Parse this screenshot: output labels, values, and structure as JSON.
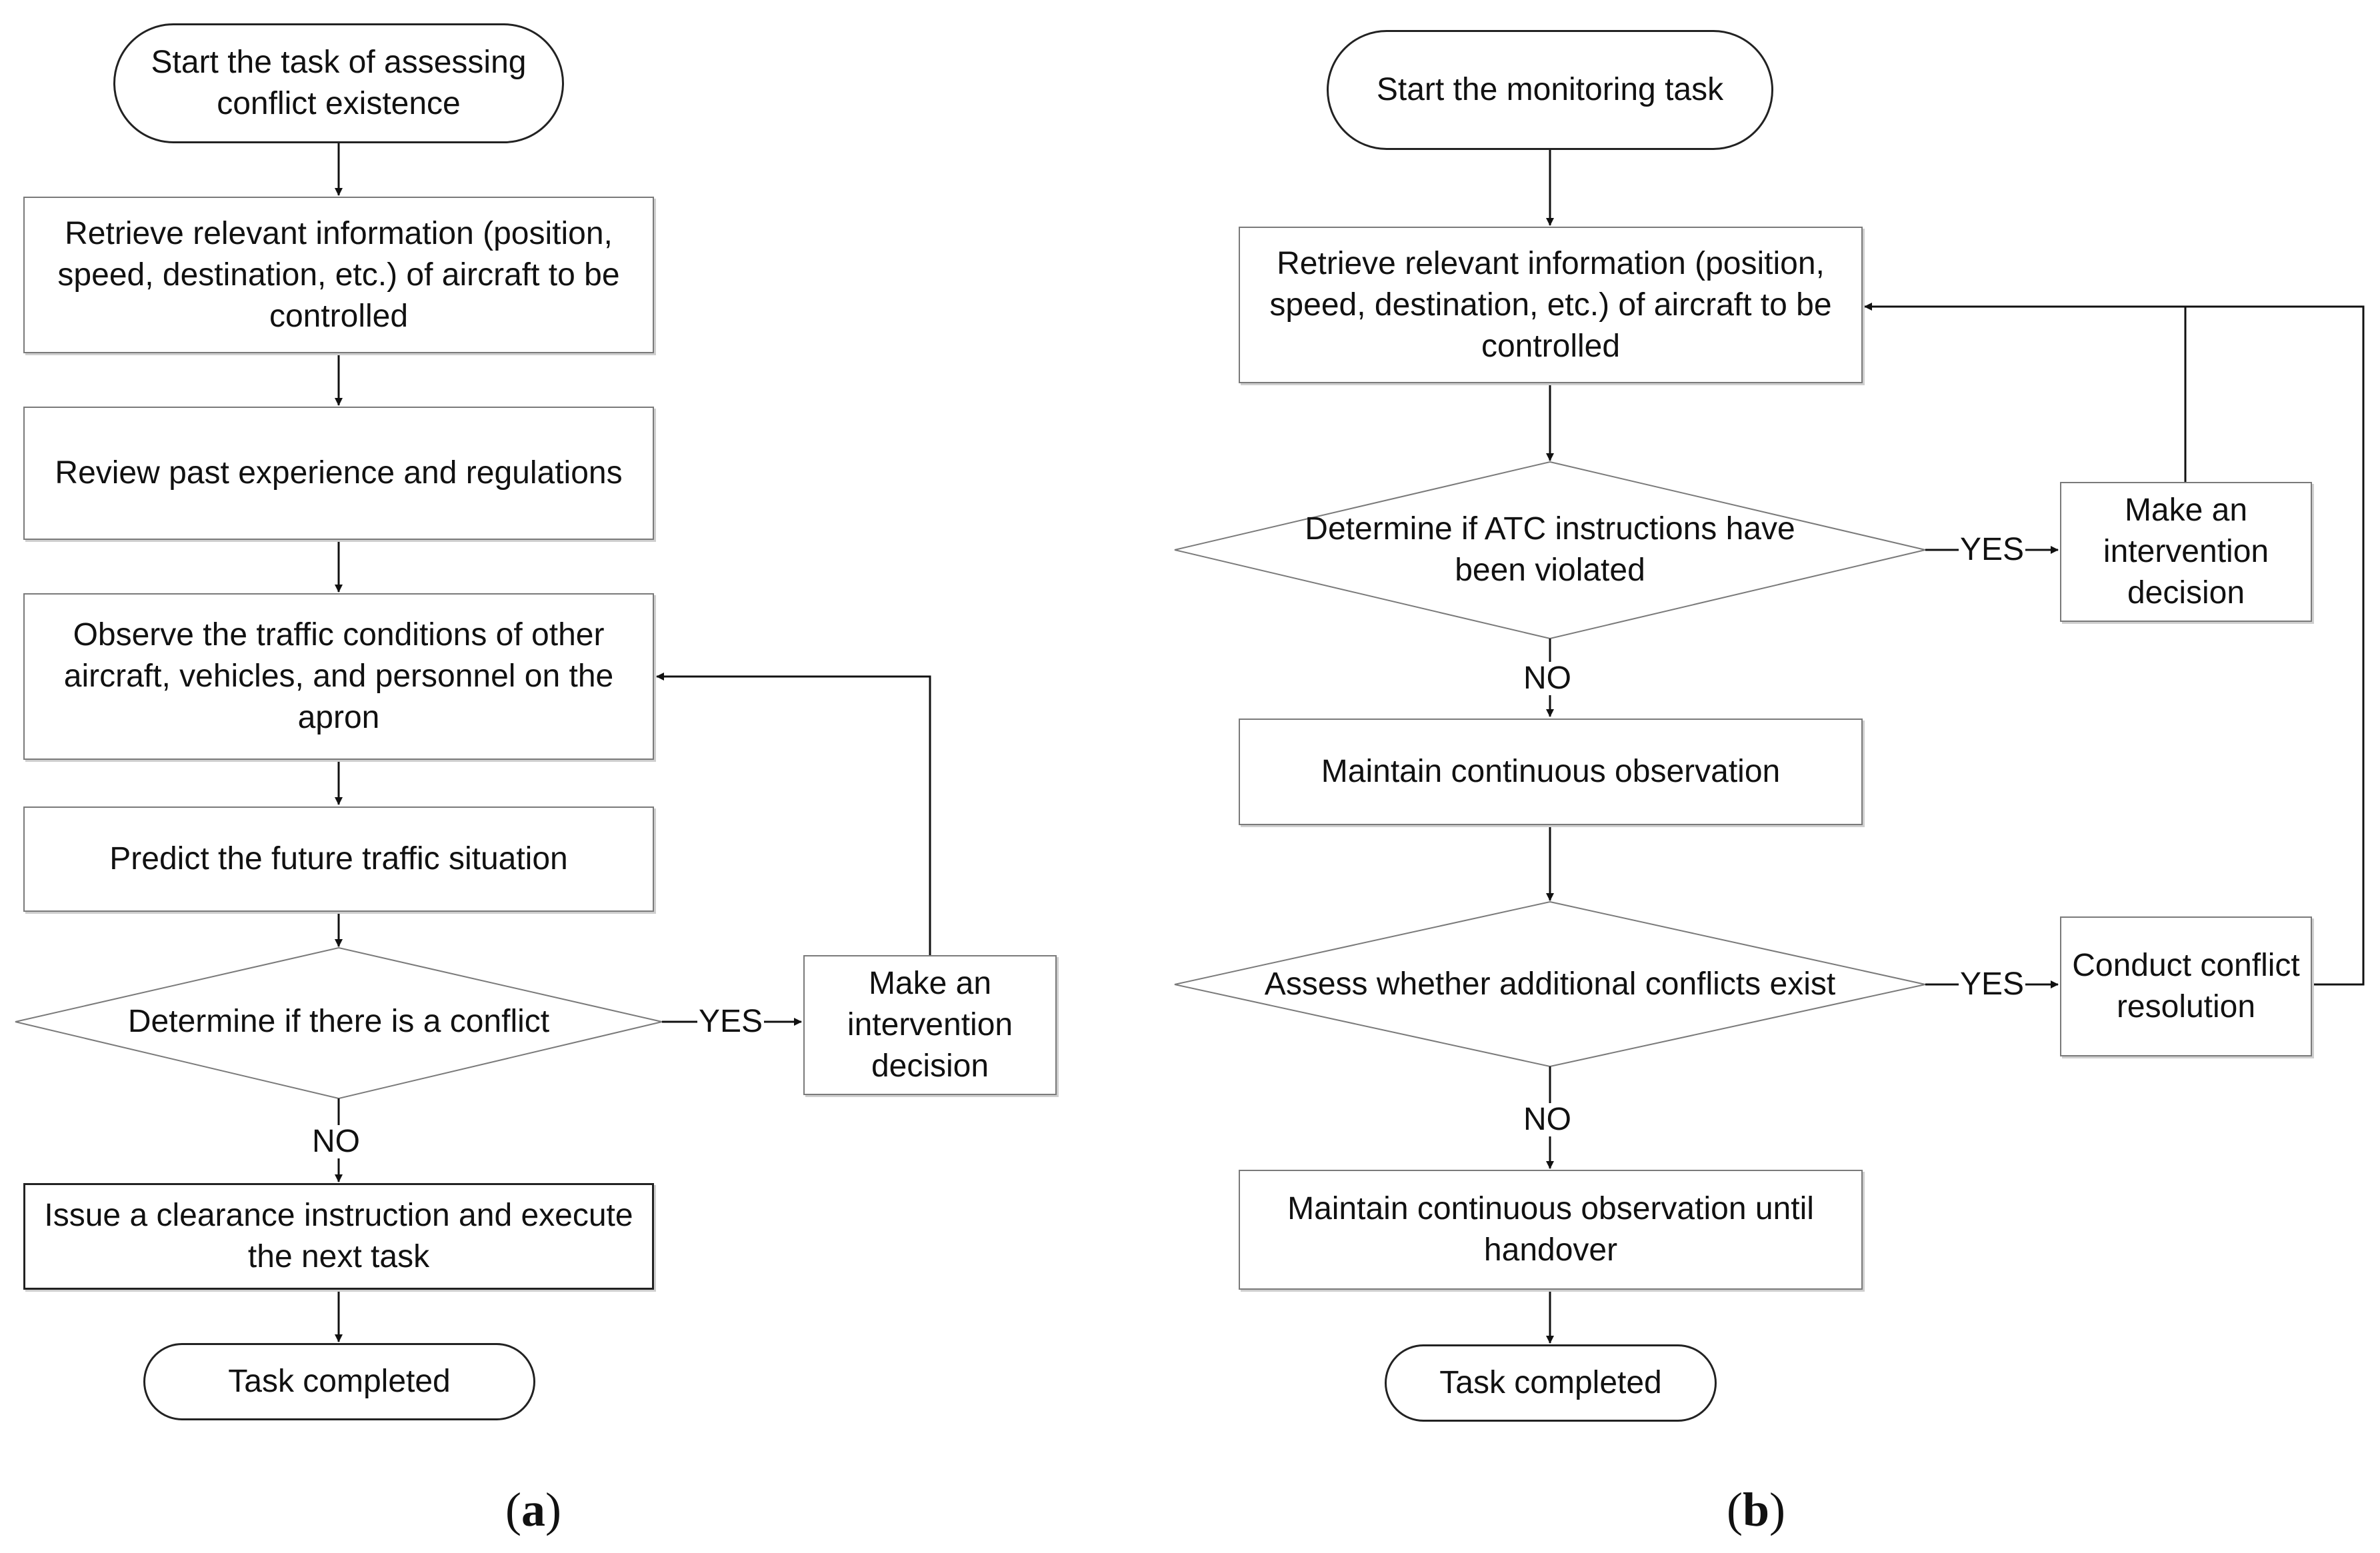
{
  "panel_a": {
    "label": "a",
    "start": "Start the task of assessing conflict existence",
    "retrieve": "Retrieve relevant information (position, speed, destination, etc.) of aircraft to be controlled",
    "review": "Review past experience and regulations",
    "observe": "Observe the traffic conditions of other aircraft, vehicles, and personnel on the apron",
    "predict": "Predict the future traffic situation",
    "decision": "Determine if there is a conflict",
    "yes": "YES",
    "no": "NO",
    "intervention": "Make an intervention decision",
    "issue": "Issue a clearance instruction and execute the next task",
    "end": "Task completed"
  },
  "panel_b": {
    "label": "b",
    "start": "Start the monitoring task",
    "retrieve": "Retrieve relevant information (position, speed, destination, etc.) of aircraft to be controlled",
    "decision1": "Determine if ATC instructions have been violated",
    "yes1": "YES",
    "no1": "NO",
    "intervention": "Make an intervention decision",
    "maintain": "Maintain continuous observation",
    "decision2": "Assess whether additional conflicts exist",
    "yes2": "YES",
    "no2": "NO",
    "resolution": "Conduct conflict resolution",
    "maintain_until": "Maintain continuous observation until handover",
    "end": "Task completed"
  }
}
